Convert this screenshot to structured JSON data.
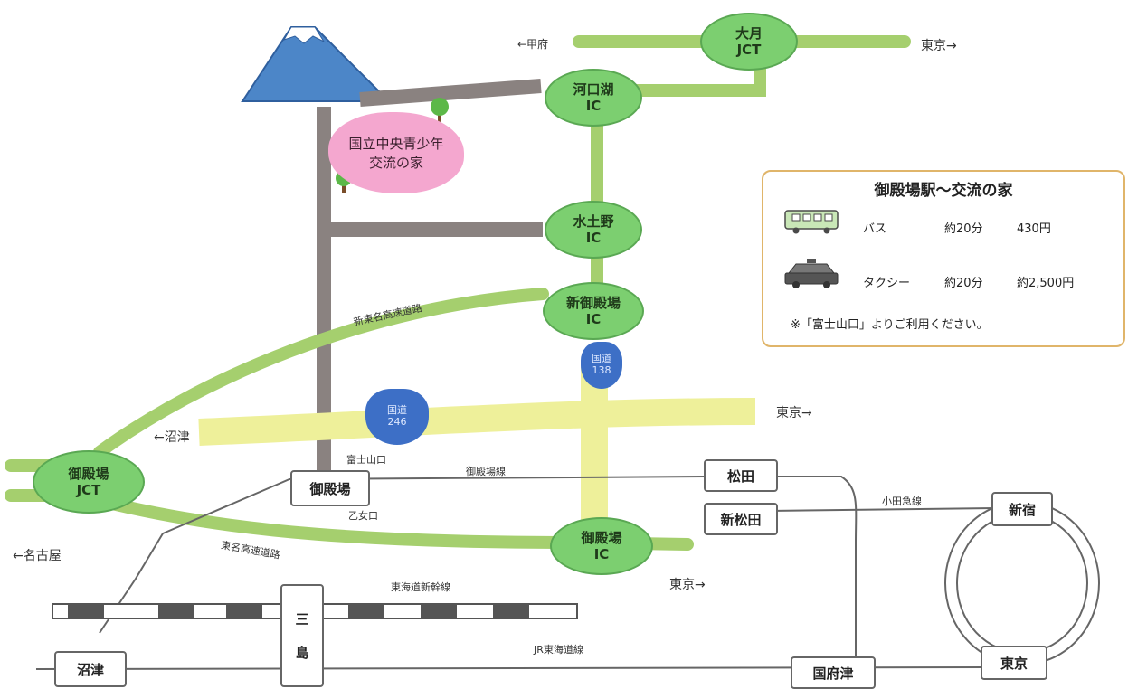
{
  "facility": {
    "line1": "国立中央青少年",
    "line2": "交流の家"
  },
  "interchanges": {
    "otsuki": {
      "line1": "大月",
      "line2": "JCT"
    },
    "kawaguchiko": {
      "line1": "河口湖",
      "line2": "IC"
    },
    "suwano": {
      "line1": "水土野",
      "line2": "IC"
    },
    "shin_gotemba": {
      "line1": "新御殿場",
      "line2": "IC"
    },
    "gotemba_jct": {
      "line1": "御殿場",
      "line2": "JCT"
    },
    "gotemba_ic": {
      "line1": "御殿場",
      "line2": "IC"
    }
  },
  "routes": {
    "r246": {
      "line1": "国道",
      "line2": "246"
    },
    "r138": {
      "line1": "国道",
      "line2": "138"
    }
  },
  "directions": {
    "kofu": "←甲府",
    "tokyo_top": "東京→",
    "tokyo_246": "東京→",
    "tokyo_tomei": "東京→",
    "numazu": "←沼津",
    "nagoya": "←名古屋"
  },
  "road_labels": {
    "shin_tomei": "新東名高速道路",
    "tomei": "東名高速道路",
    "gotemba_line": "御殿場線",
    "odakyu": "小田急線",
    "shinkansen": "東海道新幹線",
    "jr_tokaido": "JR東海道線",
    "fujiyamaguchi": "富士山口",
    "otomeguchi": "乙女口"
  },
  "stations": {
    "gotemba": "御殿場",
    "matsuda": "松田",
    "shin_matsuda": "新松田",
    "shinjuku": "新宿",
    "tokyo": "東京",
    "kozu": "国府津",
    "numazu": "沼津",
    "mishima_1": "三",
    "mishima_2": "島"
  },
  "legend": {
    "title": "御殿場駅～交流の家",
    "bus": {
      "mode": "バス",
      "time": "約20分",
      "fare": "430円"
    },
    "taxi": {
      "mode": "タクシー",
      "time": "約20分",
      "fare": "約2,500円"
    },
    "note": "※「富士山口」よりご利用ください。"
  },
  "colors": {
    "expressway": "#a5cf6e",
    "national_road": "#eef09a",
    "local_road": "#8a8280",
    "ic_green": "#7ccf70",
    "route_shield": "#3d6fc6",
    "facility_pink": "#f4a7cf",
    "legend_border": "#e0b56a",
    "mountain": "#4c86c8"
  },
  "icons": [
    "mount-fuji-icon",
    "tree-icon",
    "bus-icon",
    "taxi-icon"
  ]
}
